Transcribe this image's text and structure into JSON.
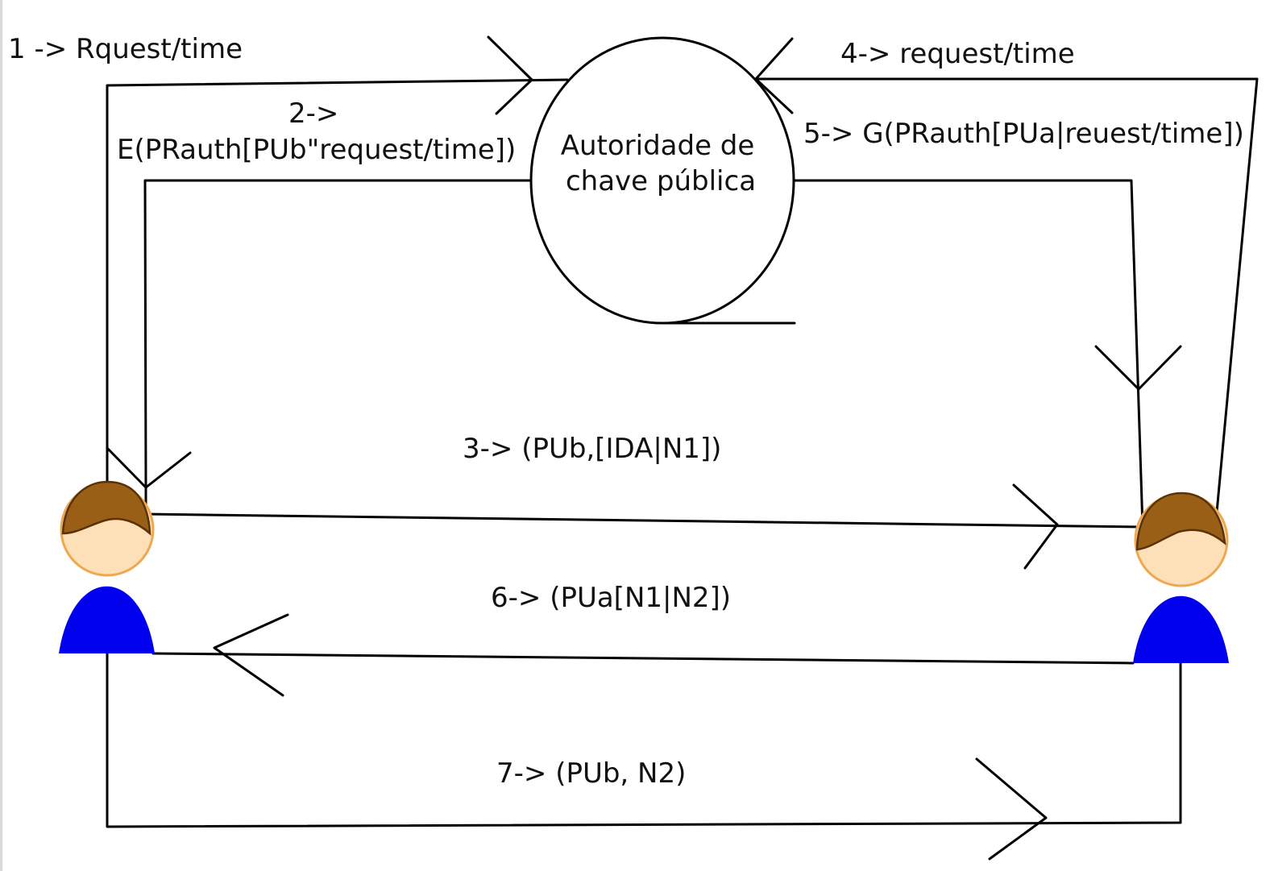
{
  "authority": {
    "label_line1": "Autoridade de",
    "label_line2": "chave pública"
  },
  "messages": {
    "m1": "1 -> Rquest/time",
    "m2_line1": "2->",
    "m2_line2": "E(PRauth[PUb\"request/time])",
    "m3": "3-> (PUb,[IDA|N1])",
    "m4": "4-> request/time",
    "m5": "5-> G(PRauth[PUa|reuest/time])",
    "m6": "6-> (PUa[N1|N2])",
    "m7": "7-> (PUb, N2)"
  },
  "colors": {
    "hair": "#9a5f17",
    "skin": "#fde0b8",
    "skin_stroke": "#f0a850",
    "body": "#0000ee",
    "line": "#000000"
  }
}
